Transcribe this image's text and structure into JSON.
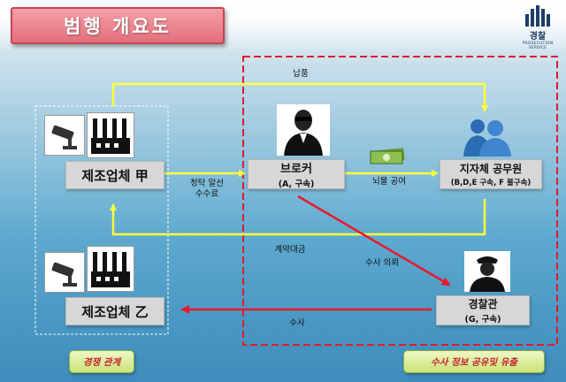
{
  "title": "범행 개요도",
  "logo": {
    "name": "경찰",
    "subtitle": "PROSECUTION SERVICE"
  },
  "nodes": {
    "manufacturer_a": {
      "label": "제조업체 甲"
    },
    "manufacturer_b": {
      "label": "제조업체 乙"
    },
    "broker": {
      "label": "브로커",
      "sub": "(A, 구속)"
    },
    "officials": {
      "label": "지자체 공무원",
      "sub": "(B,D,E 구속, F 불구속)"
    },
    "police": {
      "label": "경찰관",
      "sub": "(G, 구속)"
    }
  },
  "edges": {
    "delivery": "납품",
    "solicitation_line1": "청탁 알선",
    "solicitation_line2": "수수료",
    "bribe": "뇌물 공여",
    "contract_payment": "계약대금",
    "investigation_request": "수사 의뢰",
    "investigation": "수사"
  },
  "notes": {
    "competition": "경쟁 관계",
    "info_leak": "수사 정보 공유및 유출"
  },
  "colors": {
    "yellow_arrow": "#ffff3a",
    "red_arrow": "#e8192c",
    "dashed_red": "#e01b2b",
    "title_bg": "#e36f7c",
    "note_bg": "#c9e47a"
  }
}
